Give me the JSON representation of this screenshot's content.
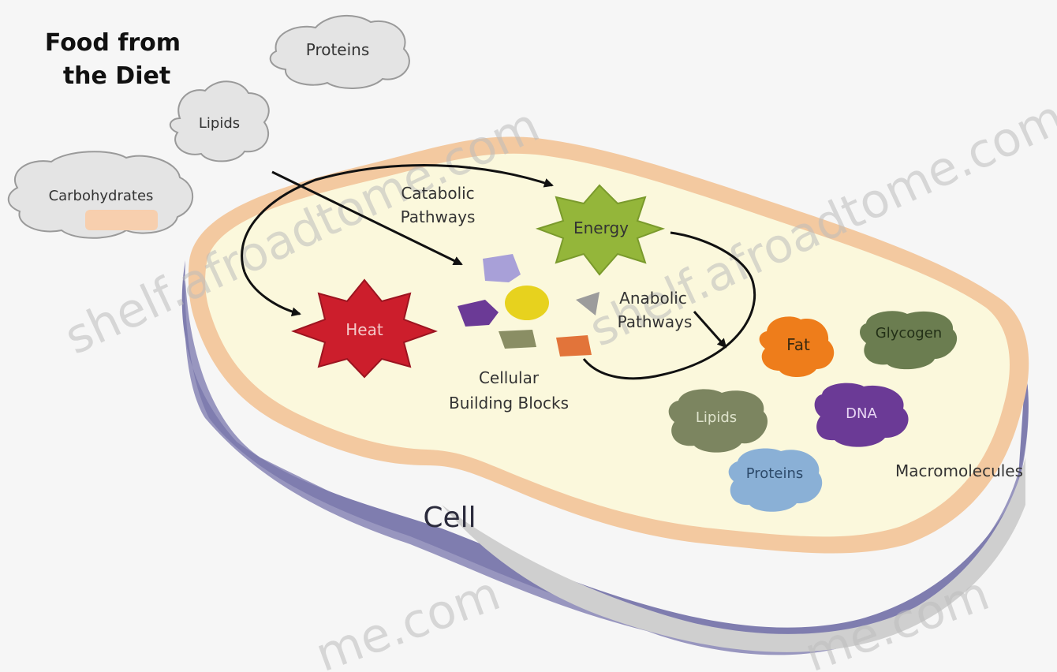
{
  "title": "Food from the Diet",
  "title_lines": [
    "Food from",
    "the Diet"
  ],
  "diet_clouds": {
    "proteins": "Proteins",
    "lipids": "Lipids",
    "carbohydrates": "Carbohydrates"
  },
  "pathways": {
    "catabolic": [
      "Catabolic",
      "Pathways"
    ],
    "anabolic": [
      "Anabolic",
      "Pathways"
    ]
  },
  "outputs": {
    "energy": "Energy",
    "heat": "Heat"
  },
  "building_blocks": [
    "Cellular",
    "Building Blocks"
  ],
  "macromolecules": {
    "label": "Macromolecules",
    "items": {
      "fat": "Fat",
      "glycogen": "Glycogen",
      "lipids": "Lipids",
      "dna": "DNA",
      "proteins": "Proteins"
    }
  },
  "cell_label": "Cell",
  "watermarks": [
    "shelf.afroadtome.com",
    "shelf.afroadtome.com",
    "me.com",
    "me.com"
  ],
  "colors": {
    "cell_interior": "#fbf8dc",
    "cell_rim": "#f3c9a0",
    "cell_base": "#8c8cba",
    "energy": "#94b63a",
    "heat": "#cc1e2c",
    "fat": "#ee7d1b",
    "glycogen": "#6b7d50",
    "lipids_blob": "#7c8560",
    "dna": "#6b3a96",
    "proteins_blob": "#8ab0d6",
    "cloud": "#e4e4e4"
  }
}
